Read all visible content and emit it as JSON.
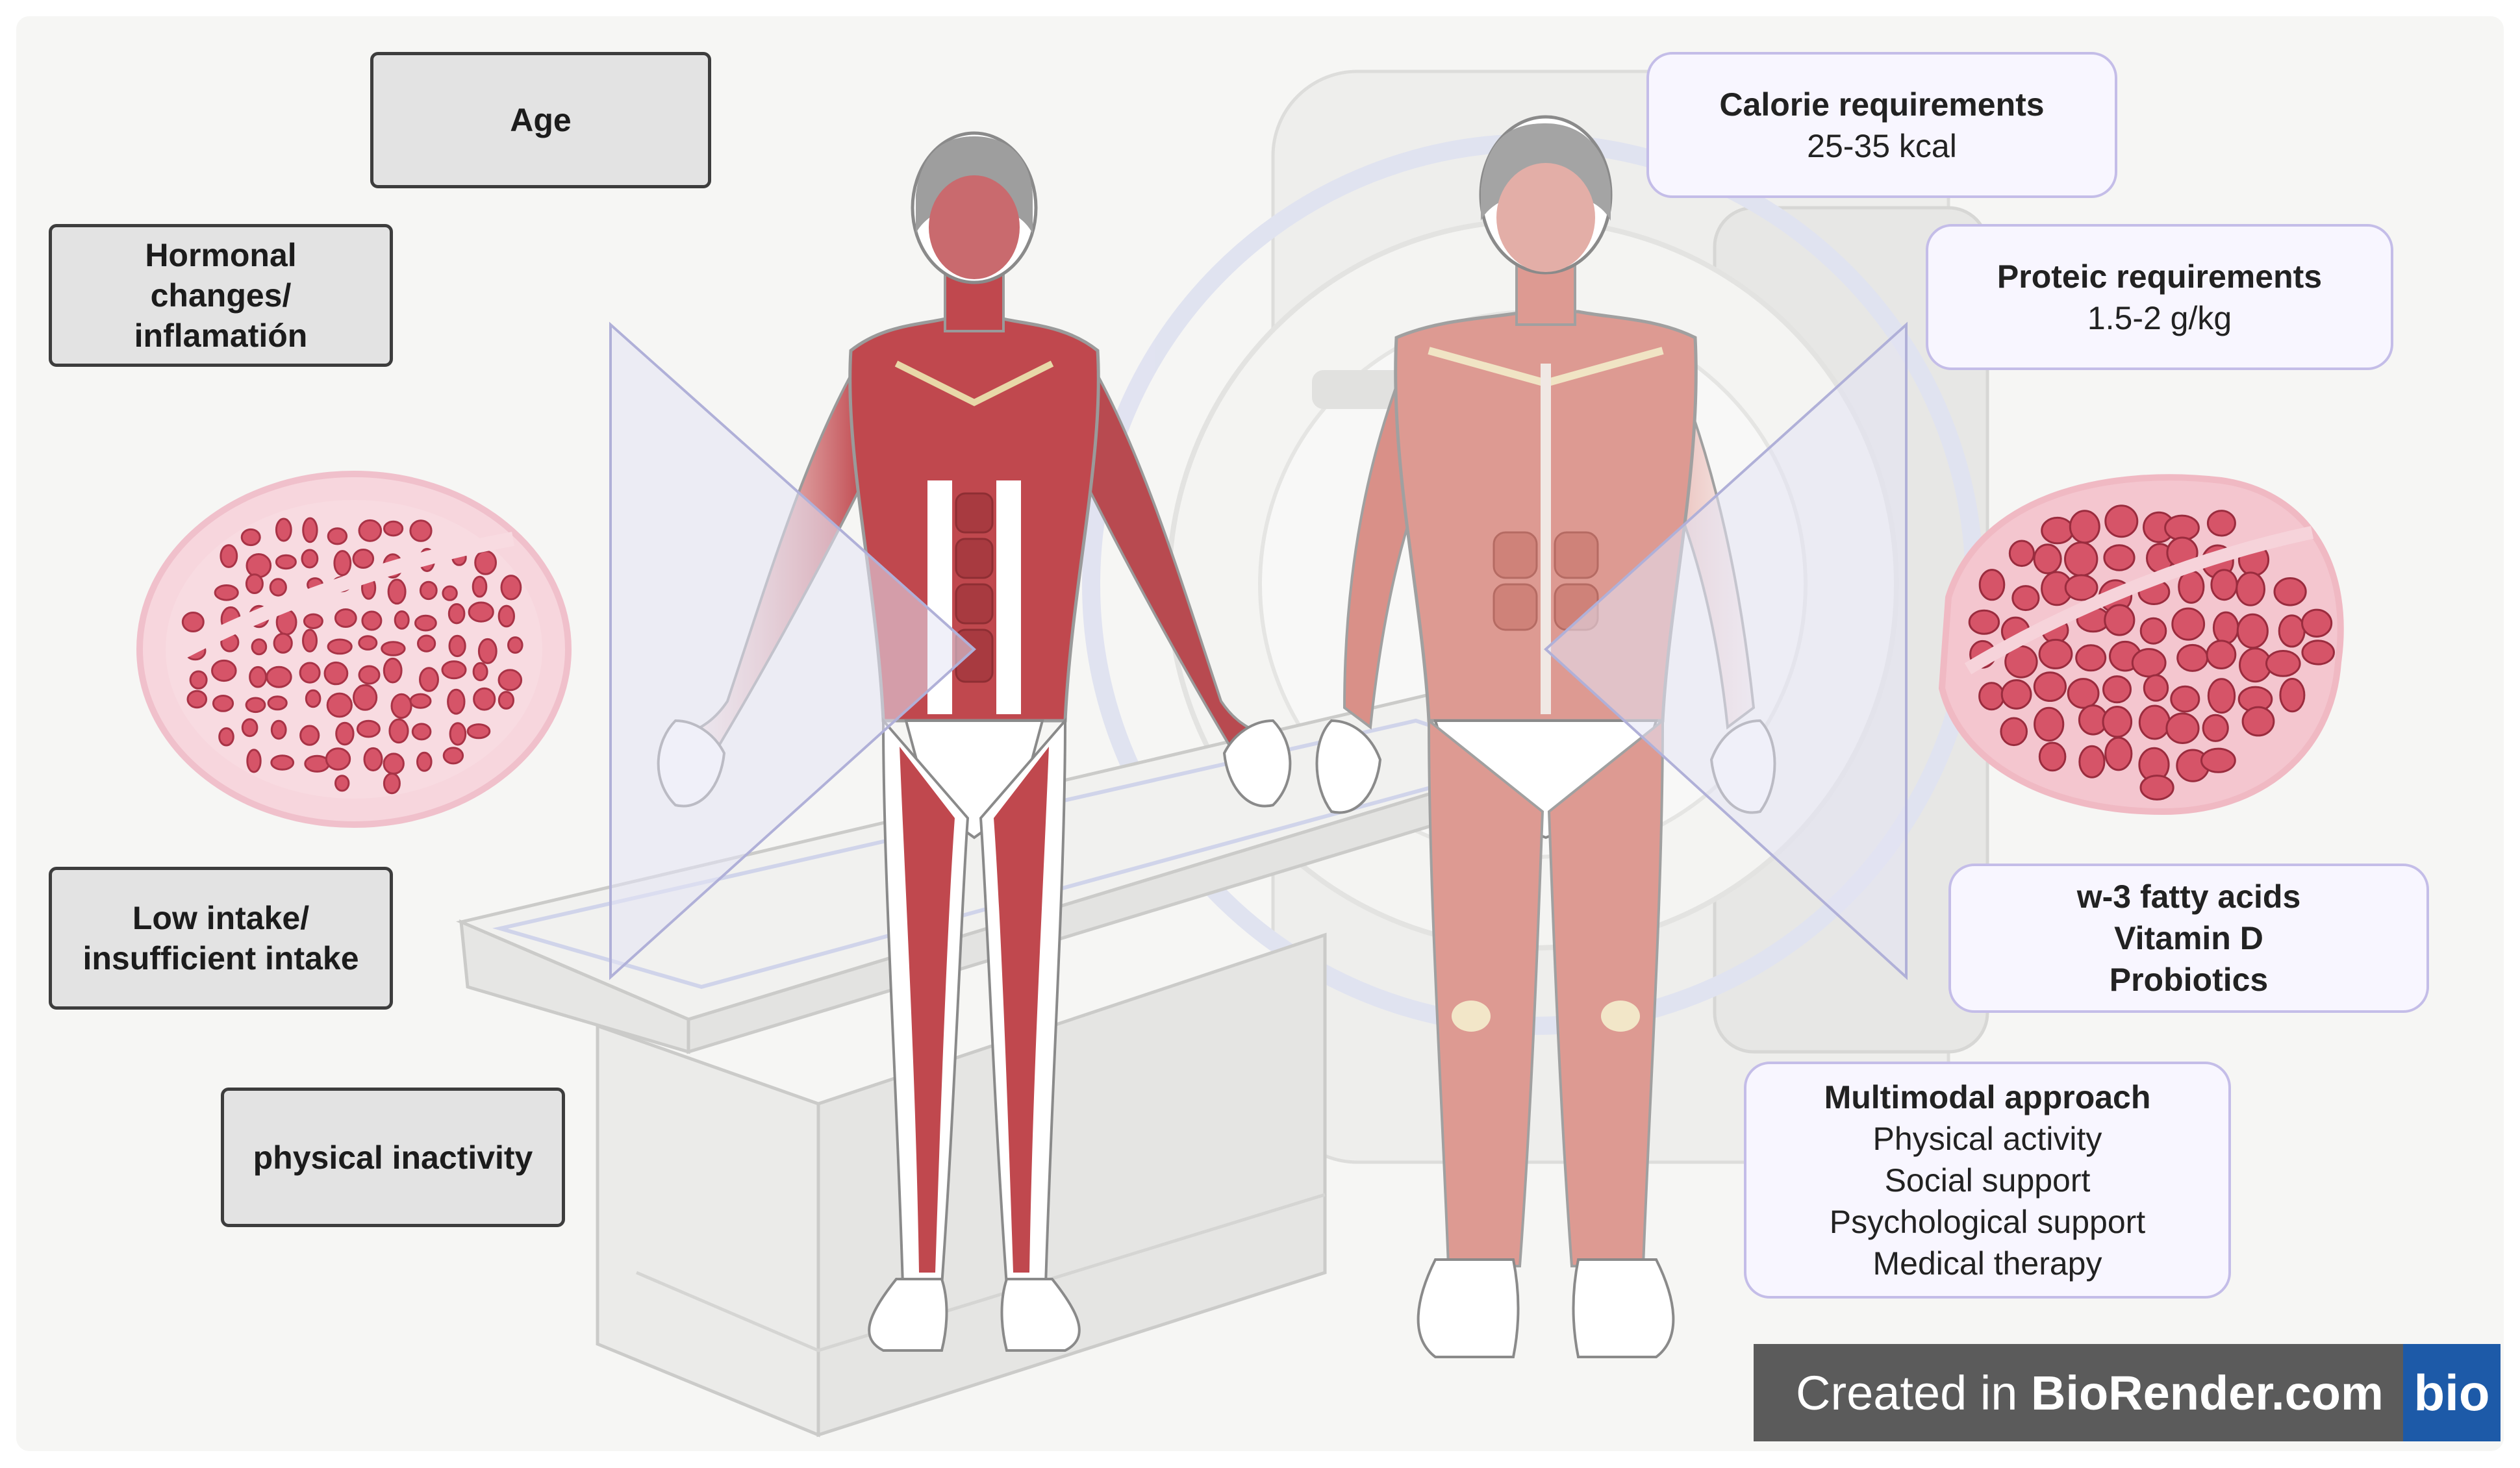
{
  "risk_factors": {
    "age": "Age",
    "hormonal": [
      "Hormonal",
      "changes/",
      "inflamatión"
    ],
    "low_intake": [
      "Low intake/",
      "insufficient intake"
    ],
    "inactivity": "physical inactivity"
  },
  "interventions": {
    "calorie": {
      "title": "Calorie requirements",
      "value": "25-35 kcal"
    },
    "protein": {
      "title": "Proteic requirements",
      "value": "1.5-2 g/kg"
    },
    "supplements": [
      "w-3 fatty acids",
      "Vitamin D",
      "Probiotics"
    ],
    "multimodal": {
      "title": "Multimodal approach",
      "items": [
        "Physical activity",
        "Social support",
        "Psychological support",
        "Medical therapy"
      ]
    }
  },
  "branding": {
    "prefix": "Created in ",
    "name": "BioRender.com",
    "logo": "bio"
  },
  "colors": {
    "gray_box": "#e3e3e3",
    "gray_border": "#3d3d3d",
    "purple_box": "#f8f6ff",
    "purple_border": "#c4bde8",
    "muscle": "#c0484e",
    "muscle_healthy": "#dd9a92",
    "tissue_pink": "#d8596a"
  },
  "icons": [
    "atrophied-muscle-body-icon",
    "healthy-muscle-body-icon",
    "atrophied-muscle-section-icon",
    "healthy-muscle-section-icon",
    "mri-scanner-icon",
    "arrow-right-icon",
    "arrow-left-icon"
  ]
}
